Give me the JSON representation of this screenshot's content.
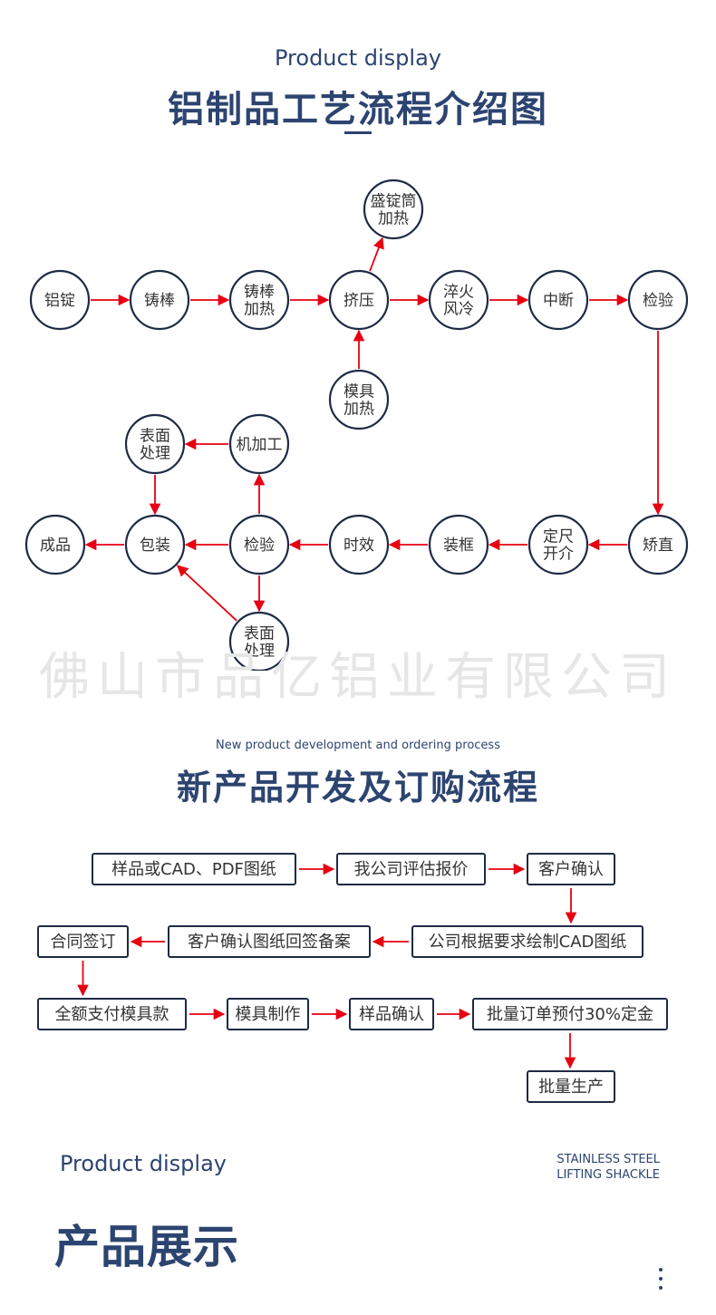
{
  "section1": {
    "subtitle": "Product display",
    "title": "铝制品工艺流程介绍图",
    "nodes": [
      {
        "id": "n1",
        "lines": [
          "铝锭"
        ]
      },
      {
        "id": "n2",
        "lines": [
          "铸棒"
        ]
      },
      {
        "id": "n3",
        "lines": [
          "铸棒",
          "加热"
        ]
      },
      {
        "id": "n4",
        "lines": [
          "挤压"
        ]
      },
      {
        "id": "n5",
        "lines": [
          "淬火",
          "风冷"
        ]
      },
      {
        "id": "n6",
        "lines": [
          "中断"
        ]
      },
      {
        "id": "n7",
        "lines": [
          "检验"
        ]
      },
      {
        "id": "n8",
        "lines": [
          "盛锭筒",
          "加热"
        ]
      },
      {
        "id": "n9",
        "lines": [
          "模具",
          "加热"
        ]
      },
      {
        "id": "n10",
        "lines": [
          "矫直"
        ]
      },
      {
        "id": "n11",
        "lines": [
          "定尺",
          "开介"
        ]
      },
      {
        "id": "n12",
        "lines": [
          "装框"
        ]
      },
      {
        "id": "n13",
        "lines": [
          "时效"
        ]
      },
      {
        "id": "n14",
        "lines": [
          "检验"
        ]
      },
      {
        "id": "n15",
        "lines": [
          "包装"
        ]
      },
      {
        "id": "n16",
        "lines": [
          "成品"
        ]
      },
      {
        "id": "n17",
        "lines": [
          "机加工"
        ]
      },
      {
        "id": "n18",
        "lines": [
          "表面",
          "处理"
        ]
      },
      {
        "id": "n19",
        "lines": [
          "表面",
          "处理"
        ]
      }
    ],
    "edges": [
      [
        "n1",
        "n2"
      ],
      [
        "n2",
        "n3"
      ],
      [
        "n3",
        "n4"
      ],
      [
        "n4",
        "n5"
      ],
      [
        "n5",
        "n6"
      ],
      [
        "n6",
        "n7"
      ],
      [
        "n4",
        "n8"
      ],
      [
        "n9",
        "n4"
      ],
      [
        "n7",
        "n10"
      ],
      [
        "n10",
        "n11"
      ],
      [
        "n11",
        "n12"
      ],
      [
        "n12",
        "n13"
      ],
      [
        "n13",
        "n14"
      ],
      [
        "n14",
        "n15"
      ],
      [
        "n15",
        "n16"
      ],
      [
        "n14",
        "n17"
      ],
      [
        "n17",
        "n18"
      ],
      [
        "n18",
        "n15"
      ],
      [
        "n14",
        "n19"
      ],
      [
        "n19",
        "n15"
      ]
    ],
    "watermark": "佛山市品亿铝业有限公司"
  },
  "section2": {
    "subtitle": "New product development and ordering process",
    "title": "新产品开发及订购流程",
    "boxes": [
      {
        "id": "b1",
        "label": "样品或CAD、PDF图纸"
      },
      {
        "id": "b2",
        "label": "我公司评估报价"
      },
      {
        "id": "b3",
        "label": "客户确认"
      },
      {
        "id": "b4",
        "label": "公司根据要求绘制CAD图纸"
      },
      {
        "id": "b5",
        "label": "客户确认图纸回签备案"
      },
      {
        "id": "b6",
        "label": "合同签订"
      },
      {
        "id": "b7",
        "label": "全额支付模具款"
      },
      {
        "id": "b8",
        "label": "模具制作"
      },
      {
        "id": "b9",
        "label": "样品确认"
      },
      {
        "id": "b10",
        "label": "批量订单预付30%定金"
      },
      {
        "id": "b11",
        "label": "批量生产"
      }
    ],
    "edges": [
      [
        "b1",
        "b2"
      ],
      [
        "b2",
        "b3"
      ],
      [
        "b3",
        "b4"
      ],
      [
        "b4",
        "b5"
      ],
      [
        "b5",
        "b6"
      ],
      [
        "b6",
        "b7"
      ],
      [
        "b7",
        "b8"
      ],
      [
        "b8",
        "b9"
      ],
      [
        "b9",
        "b10"
      ],
      [
        "b10",
        "b11"
      ]
    ]
  },
  "section3": {
    "subtitle": "Product display",
    "tag_line1": "STAINLESS STEEL",
    "tag_line2": "LIFTING SHACKLE",
    "title": "产品展示",
    "more_icon": "vertical-dots-icon"
  },
  "colors": {
    "navy": "#2c4470",
    "arrow": "#e60012",
    "node_border": "#1f2a44"
  }
}
